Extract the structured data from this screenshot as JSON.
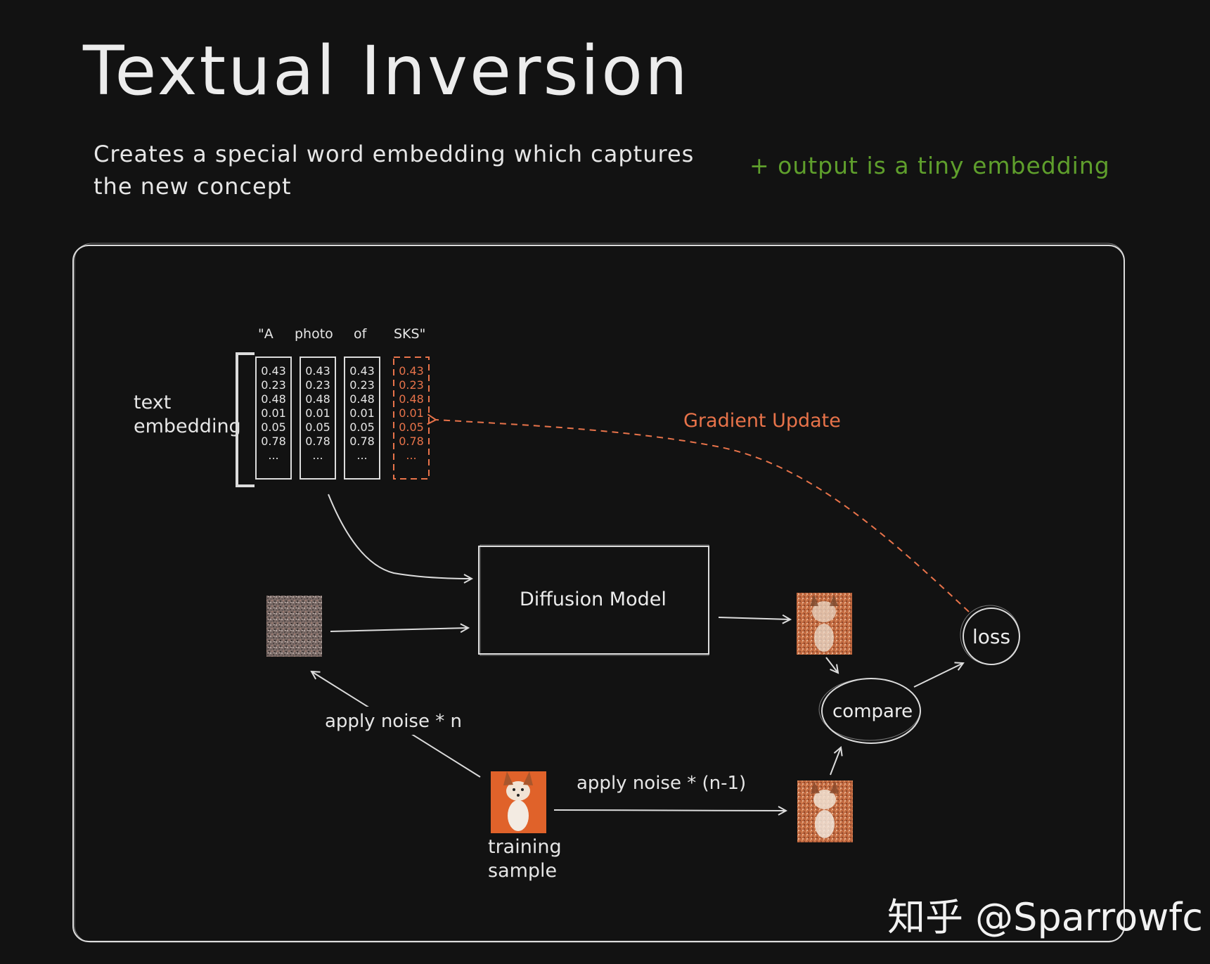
{
  "title": "Textual Inversion",
  "subtitle_line1": "Creates a special word embedding which captures",
  "subtitle_line2": "the new concept",
  "note": "+ output is a tiny embedding",
  "colors": {
    "background": "#121212",
    "stroke": "#dcdcdc",
    "note_green": "#5f9f2c",
    "gradient_orange": "#e8734a"
  },
  "prompt_tokens": [
    "\"A",
    "photo",
    "of",
    "SKS\""
  ],
  "embedding_label_line1": "text",
  "embedding_label_line2": "embedding",
  "embedding_values": [
    "0.43",
    "0.23",
    "0.48",
    "0.01",
    "0.05",
    "0.78",
    "..."
  ],
  "gradient_label": "Gradient Update",
  "diffusion_label": "Diffusion Model",
  "loss_label": "loss",
  "compare_label": "compare",
  "apply_noise_n": "apply noise * n",
  "apply_noise_n1": "apply noise * (n-1)",
  "training_label_line1": "training",
  "training_label_line2": "sample",
  "watermark": "知乎 @Sparrowfc"
}
